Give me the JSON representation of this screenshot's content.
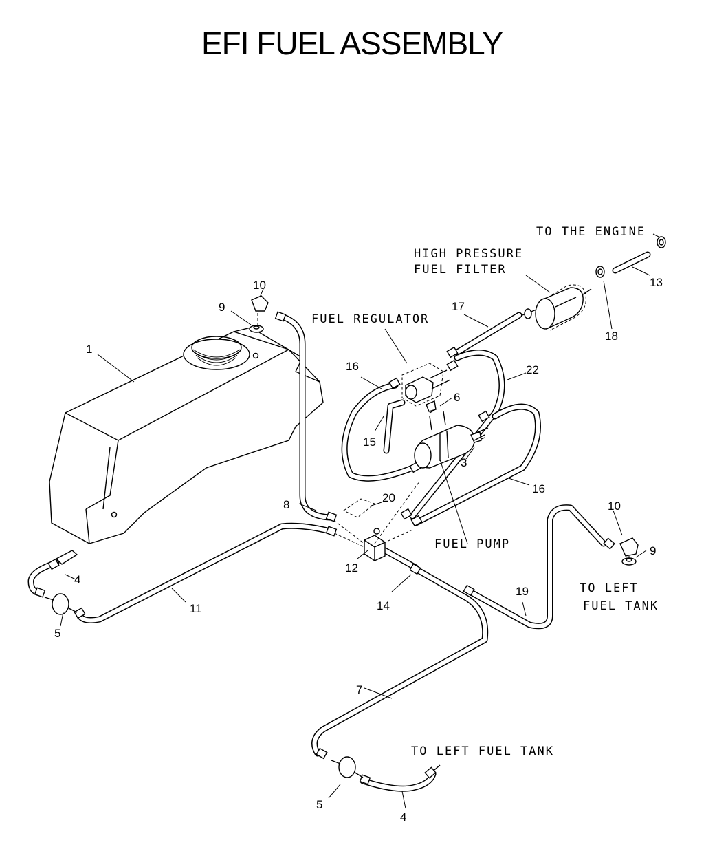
{
  "title": "EFI FUEL ASSEMBLY",
  "labels": {
    "to_engine": "TO THE ENGINE",
    "hp_filter_1": "HIGH PRESSURE",
    "hp_filter_2": "FUEL FILTER",
    "fuel_regulator": "FUEL REGULATOR",
    "fuel_pump": "FUEL PUMP",
    "to_left_tank_1": "TO LEFT",
    "to_left_tank_2": "FUEL TANK",
    "to_left_tank_bottom": "TO LEFT FUEL TANK"
  },
  "callouts": {
    "c1": "1",
    "c3": "3",
    "c4a": "4",
    "c4b": "4",
    "c5a": "5",
    "c5b": "5",
    "c6": "6",
    "c7": "7",
    "c8": "8",
    "c9a": "9",
    "c9b": "9",
    "c10a": "10",
    "c10b": "10",
    "c11": "11",
    "c12": "12",
    "c13": "13",
    "c14": "14",
    "c15": "15",
    "c16a": "16",
    "c16b": "16",
    "c17": "17",
    "c18": "18",
    "c19": "19",
    "c20": "20",
    "c22": "22"
  }
}
